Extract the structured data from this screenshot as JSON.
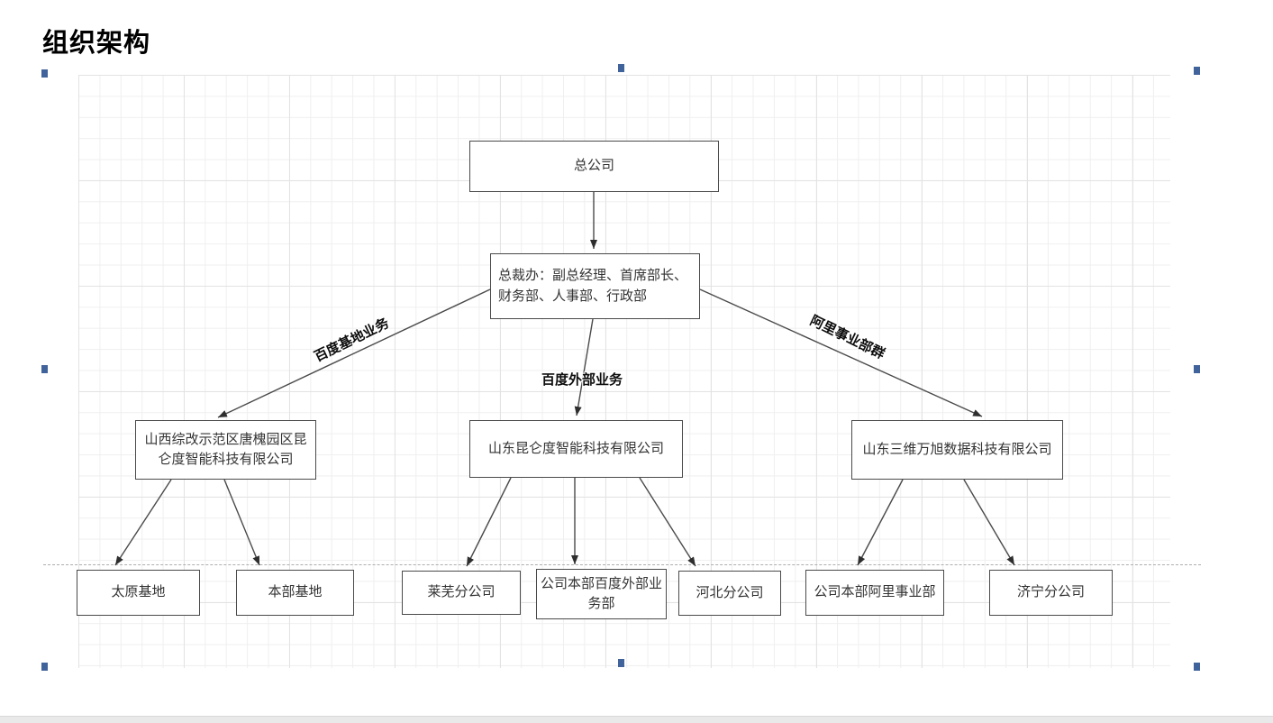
{
  "page": {
    "title": "组织架构"
  },
  "diagram": {
    "nodes": {
      "root": {
        "label": "总公司"
      },
      "office": {
        "label": "总裁办：副总经理、首席部长、财务部、人事部、行政部"
      },
      "shanxi": {
        "label": "山西综改示范区唐槐园区昆仑度智能科技有限公司"
      },
      "kunlundu": {
        "label": "山东昆仑度智能科技有限公司"
      },
      "sanwei": {
        "label": "山东三维万旭数据科技有限公司"
      },
      "taiyuan": {
        "label": "太原基地"
      },
      "benbu": {
        "label": "本部基地"
      },
      "laiwu": {
        "label": "莱芜分公司"
      },
      "baidu_dept": {
        "label": "公司本部百度外部业务部"
      },
      "hebei": {
        "label": "河北分公司"
      },
      "ali_dept": {
        "label": "公司本部阿里事业部"
      },
      "jining": {
        "label": "济宁分公司"
      }
    },
    "edge_labels": {
      "left": "百度基地业务",
      "middle": "百度外部业务",
      "right": "阿里事业部群"
    },
    "colors": {
      "box_border": "#4a4a4a",
      "connector": "#4a4a4a",
      "arrowhead": "#2e2e2e",
      "grid_line": "#efefef",
      "grid_line_major": "#e3e3e3",
      "selection_handle": "#41639b",
      "dashed_guide": "#aeaeae",
      "scrollbar_track": "#e9e9e9"
    }
  }
}
